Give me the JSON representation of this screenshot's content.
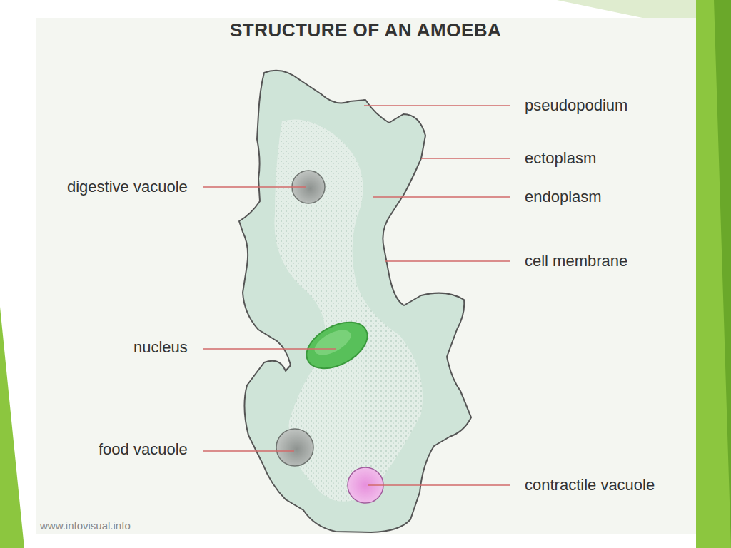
{
  "diagram": {
    "title": "STRUCTURE OF AN AMOEBA",
    "labels": [
      "pseudopodium",
      "ectoplasm",
      "endoplasm",
      "cell membrane",
      "digestive vacuole",
      "nucleus",
      "food vacuole",
      "contractile vacuole",
      "www.infovisual.info"
    ]
  }
}
